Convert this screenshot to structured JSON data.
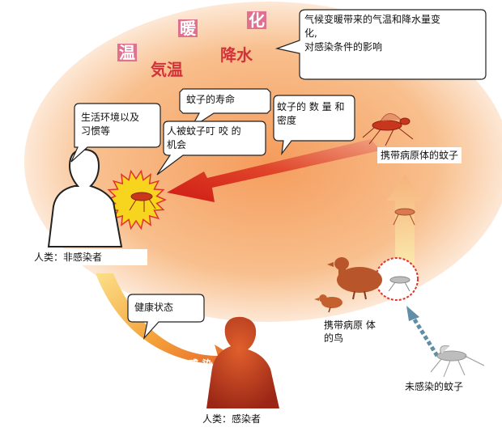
{
  "climate": {
    "words": {
      "w1": "温",
      "w2": "暖",
      "w3": "化"
    },
    "temperature": "気温",
    "rainfall": "降水"
  },
  "bubbles": {
    "climate_effect": "气候变暖带来的气温和降水量变\n化,\n对感染条件的影响",
    "lifespan": "蚊子的寿命",
    "density": "蚊子的 数 量 和\n密度",
    "living": "生活环境以及\n习惯等",
    "bite": "人被蚊子叮 咬 的\n机会",
    "health": "健康状态"
  },
  "labels": {
    "carrier_mosquito": "携带病原体的蚊子",
    "uninfected_human": "人类：非感染者",
    "carrier_bird": "携带病原 体\n的鸟",
    "uninfected_mosquito": "未感染的蚊子",
    "infected_human": "人类：感染者",
    "infection": "感 染"
  },
  "colors": {
    "big_red_arrow": "#d9201a",
    "glow": "#f6b07a",
    "human_infected": "#b8361c",
    "starburst": "#f7d51e",
    "dotted_arrow": "#5f8ea6"
  }
}
